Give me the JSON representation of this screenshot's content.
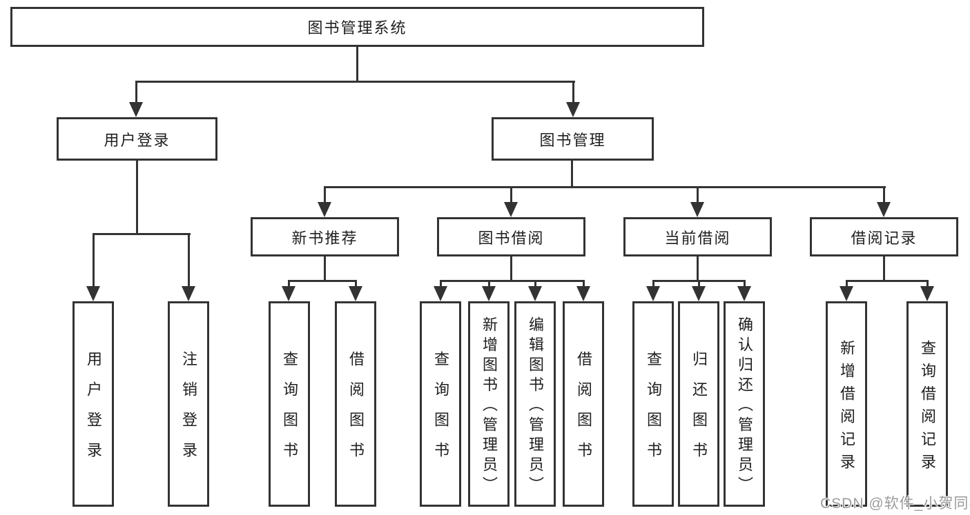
{
  "colors": {
    "bg": "#ffffff",
    "line": "#333333",
    "border": "#333333",
    "text": "#1f1f1f",
    "watermark": "#9b9b9b"
  },
  "watermark": {
    "text": "CSDN @软件_小贺同学"
  },
  "nodes": {
    "root": {
      "label": "图书管理系统"
    },
    "level2": [
      {
        "label": "用户登录",
        "parent": "图书管理系统"
      },
      {
        "label": "图书管理",
        "parent": "图书管理系统"
      }
    ],
    "level3": [
      {
        "label": "新书推荐",
        "parent": "图书管理"
      },
      {
        "label": "图书借阅",
        "parent": "图书管理"
      },
      {
        "label": "当前借阅",
        "parent": "图书管理"
      },
      {
        "label": "借阅记录",
        "parent": "图书管理"
      }
    ],
    "leaves": [
      {
        "label": "用户登录",
        "parent": "用户登录"
      },
      {
        "label": "注销登录",
        "parent": "用户登录"
      },
      {
        "label": "查询图书",
        "parent": "新书推荐"
      },
      {
        "label": "借阅图书",
        "parent": "新书推荐"
      },
      {
        "label": "查询图书",
        "parent": "图书借阅"
      },
      {
        "label": "新增图书（管理员）",
        "parent": "图书借阅"
      },
      {
        "label": "编辑图书（管理员）",
        "parent": "图书借阅"
      },
      {
        "label": "借阅图书",
        "parent": "图书借阅"
      },
      {
        "label": "查询图书",
        "parent": "当前借阅"
      },
      {
        "label": "归还图书",
        "parent": "当前借阅"
      },
      {
        "label": "确认归还（管理员）",
        "parent": "当前借阅"
      },
      {
        "label": "新增借阅记录",
        "parent": "借阅记录"
      },
      {
        "label": "查询借阅记录",
        "parent": "借阅记录"
      }
    ]
  }
}
